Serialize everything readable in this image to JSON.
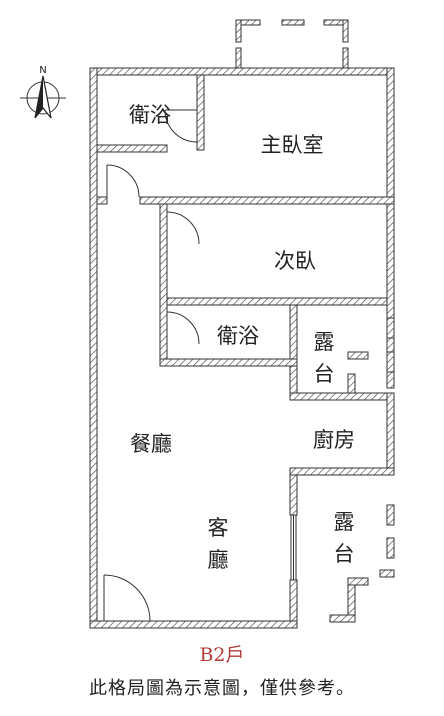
{
  "compass": {
    "label": "N"
  },
  "rooms": {
    "bath_1": "衛浴",
    "master_bedroom": "主臥室",
    "second_bedroom": "次臥",
    "bath_2": "衛浴",
    "balcony_1": [
      "露",
      "台"
    ],
    "kitchen": "廚房",
    "dining": "餐廳",
    "living": [
      "客",
      "廳"
    ],
    "balcony_2": [
      "露",
      "台"
    ]
  },
  "unit_label": "B2戶",
  "caption": "此格局圖為示意圖，僅供參考。",
  "colors": {
    "wall_stroke": "#333333",
    "hatch": "#555555",
    "unit_label": "#b13a3a"
  }
}
